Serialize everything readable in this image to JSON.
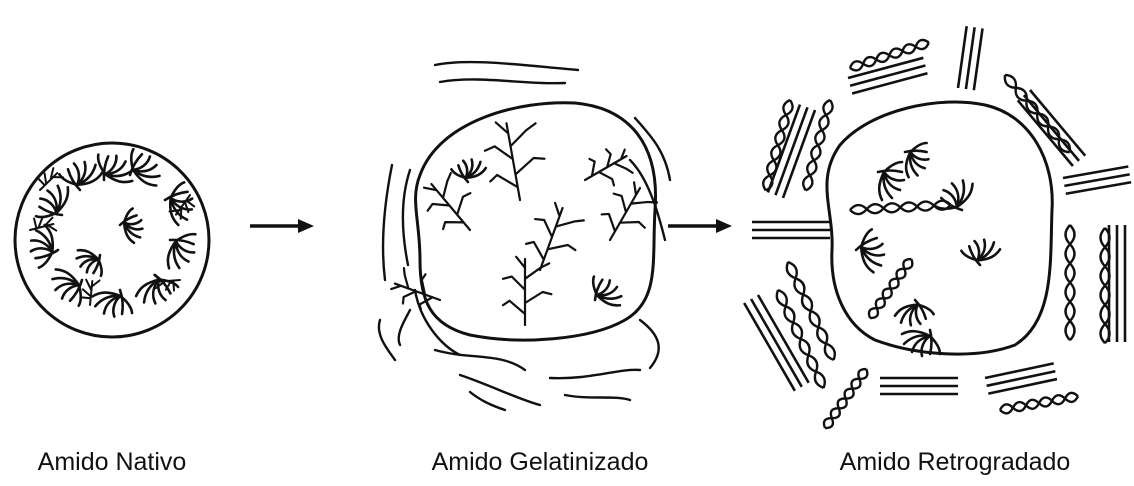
{
  "labels": {
    "native": "Amido Nativo",
    "gelatinized": "Amido Gelatinizado",
    "retrograded": "Amido Retrogradado"
  },
  "colors": {
    "ink": "#111111",
    "background": "#ffffff"
  }
}
